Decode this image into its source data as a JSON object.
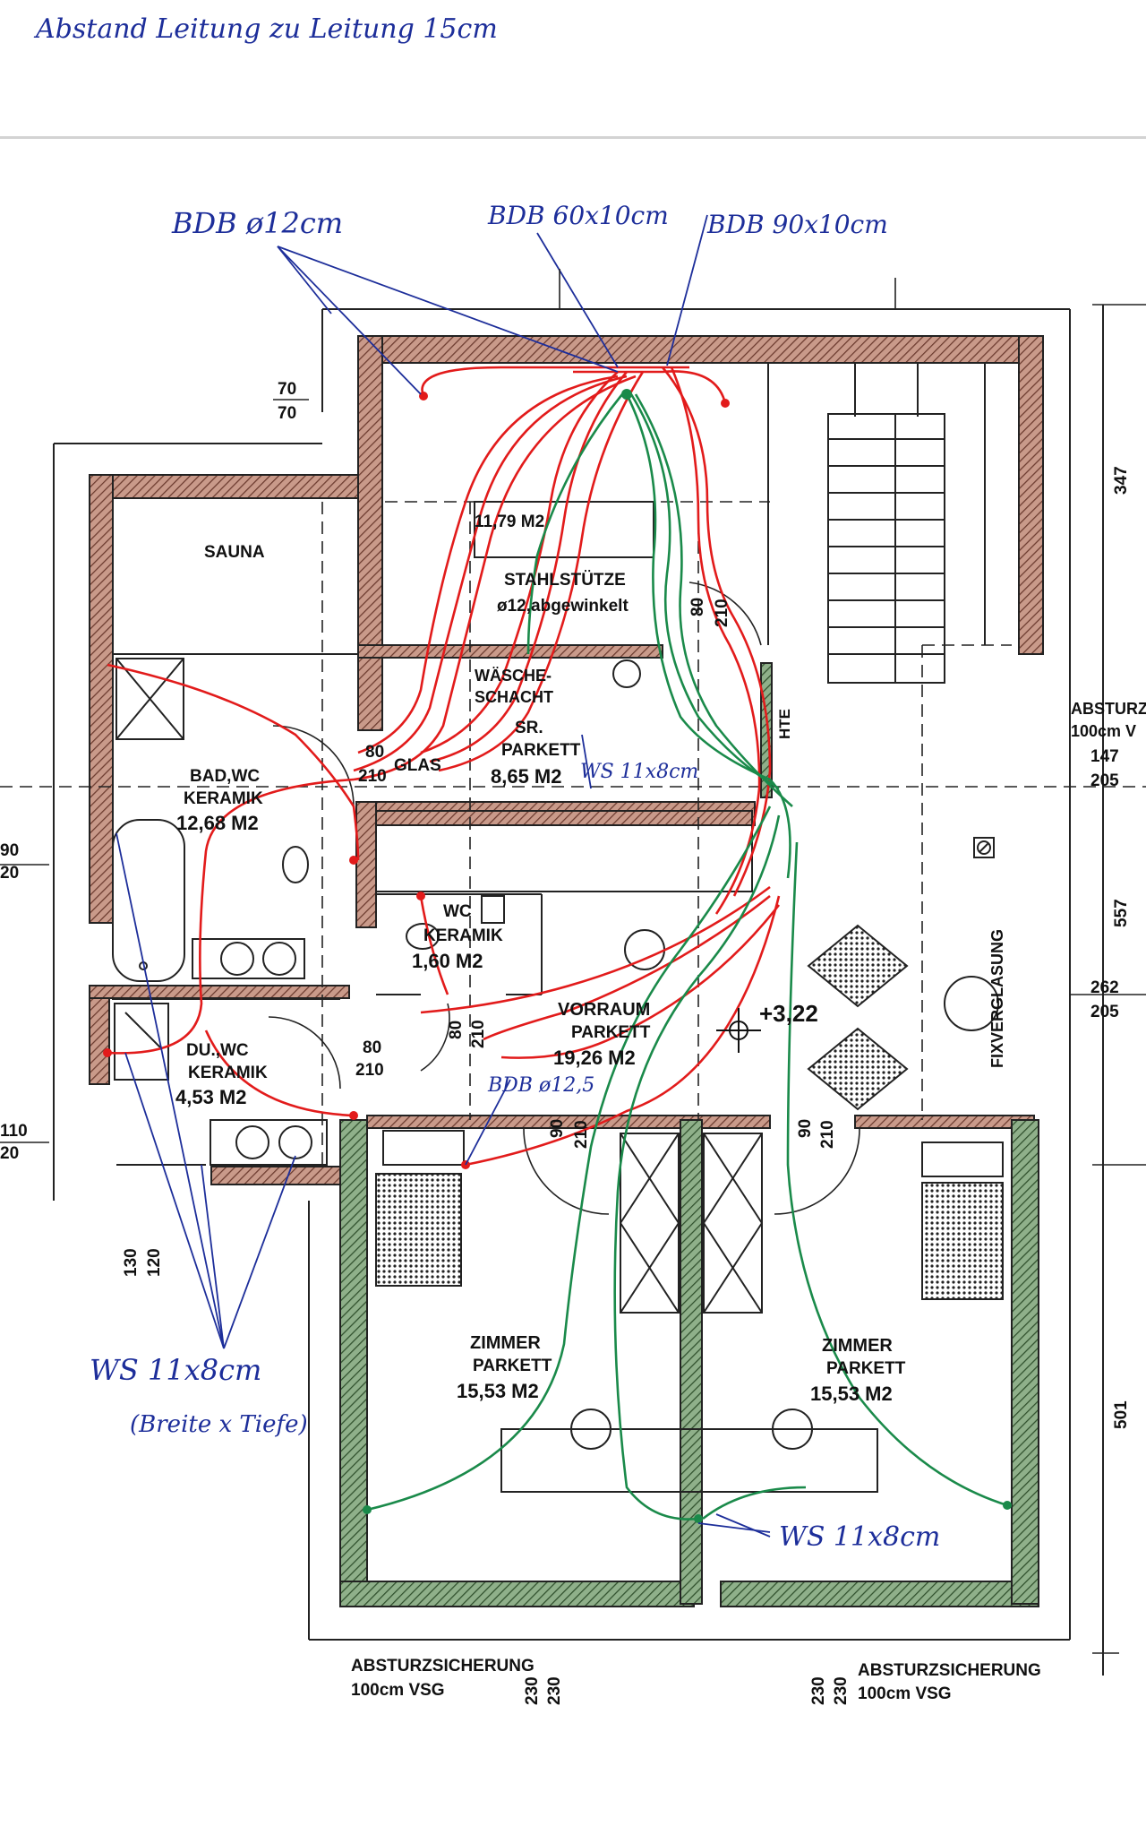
{
  "notes": {
    "top_note": "Abstand Leitung zu Leitung 15cm",
    "bdb_12": "BDB ø12cm",
    "bdb_60x10": "BDB 60x10cm",
    "bdb_90x10": "BDB 90x10cm",
    "ws_sr": "WS 11x8cm",
    "ws_left": "WS 11x8cm",
    "ws_left_sub": "(Breite x Tiefe)",
    "ws_bottom": "WS 11x8cm",
    "bdb_125": "BDB ø12,5"
  },
  "rooms": {
    "sauna": "SAUNA",
    "top_room_area": "11,79 M2",
    "stahl_1": "STAHLSTÜTZE",
    "stahl_2": "ø12,abgewinkelt",
    "waesche_1": "WÄSCHE-",
    "waesche_2": "SCHACHT",
    "sr_name": "SR.",
    "sr_floor": "PARKETT",
    "sr_area": "8,65 M2",
    "bad_name": "BAD,WC",
    "bad_floor": "KERAMIK",
    "bad_area": "12,68 M2",
    "wc_name": "WC",
    "wc_floor": "KERAMIK",
    "wc_area": "1,60 M2",
    "vorraum_name": "VORRAUM",
    "vorraum_floor": "PARKETT",
    "vorraum_area": "19,26 M2",
    "du_name": "DU.,WC",
    "du_floor": "KERAMIK",
    "du_area": "4,53 M2",
    "zimmer1_name": "ZIMMER",
    "zimmer1_floor": "PARKETT",
    "zimmer1_area": "15,53 M2",
    "zimmer2_name": "ZIMMER",
    "zimmer2_floor": "PARKETT",
    "zimmer2_area": "15,53 M2"
  },
  "labels": {
    "glas": "GLAS",
    "level": "+3,22",
    "fixverglasung": "FIXVERGLASUNG",
    "hte": "HTE",
    "absturz_right_1": "ABSTURZ",
    "absturz_right_2": "100cm V",
    "absturz_bl_1": "ABSTURZSICHERUNG",
    "absturz_bl_2": "100cm VSG",
    "absturz_br_1": "ABSTURZSICHERUNG",
    "absturz_br_2": "100cm VSG"
  },
  "dims": {
    "d_70_top": "70",
    "d_70_bot": "70",
    "d_80_sr": "80",
    "d_210_sr": "210",
    "d_80_glas": "80",
    "d_210_glas": "210",
    "d_80_du": "80",
    "d_210_du": "210",
    "d_80_wc": "80",
    "d_210_wc": "210",
    "d_90_a": "90",
    "d_210_a": "210",
    "d_90_b": "90",
    "d_210_b": "210",
    "d_90_left": "90",
    "d_20_left": "20",
    "d_110_left": "110",
    "d_20_left_b": "20",
    "d_130": "130",
    "d_120": "120",
    "d_230_a": "230",
    "d_230_b": "230",
    "d_230_c": "230",
    "d_230_d": "230",
    "d_347": "347",
    "d_557": "557",
    "d_501": "501",
    "d_147": "147",
    "d_205_a": "205",
    "d_262": "262",
    "d_205_b": "205"
  },
  "colors": {
    "wall_hatch": "#a06b5a",
    "wall_green": "#3d6b3a",
    "red_line": "#e21b1b",
    "green_line": "#1a8a4a",
    "ink_blue": "#1d2e9a"
  }
}
